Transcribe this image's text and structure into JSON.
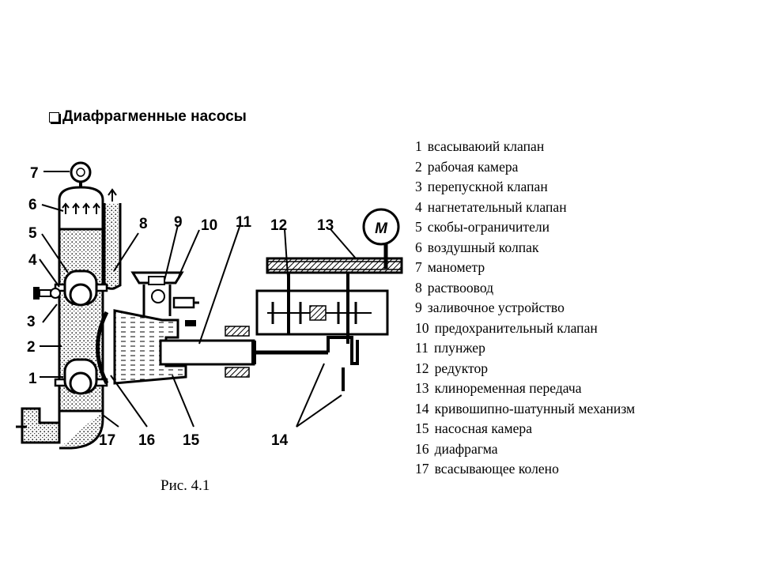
{
  "heading": "Диафрагменные насосы",
  "legend": [
    {
      "number": "1",
      "text": "всасываюий клапан"
    },
    {
      "number": "2",
      "text": "рабочая камера"
    },
    {
      "number": "3",
      "text": "перепускной клапан"
    },
    {
      "number": "4",
      "text": "нагнетательный клапан"
    },
    {
      "number": "5",
      "text": "скобы-ограничители"
    },
    {
      "number": "6",
      "text": "воздушный колпак"
    },
    {
      "number": "7",
      "text": "манометр"
    },
    {
      "number": "8",
      "text": "раствоовод"
    },
    {
      "number": "9",
      "text": "заливочное устройство"
    },
    {
      "number": "10",
      "text": "предохранительный клапан"
    },
    {
      "number": "11",
      "text": "плунжер"
    },
    {
      "number": "12",
      "text": "редуктор"
    },
    {
      "number": "13",
      "text": "клиноременная передача"
    },
    {
      "number": "14",
      "text": "кривошипно-шатунный механизм"
    },
    {
      "number": "15",
      "text": "насосная камера"
    },
    {
      "number": "16",
      "text": "диафрагма"
    },
    {
      "number": "17",
      "text": "всасывающее колено"
    }
  ],
  "callouts": {
    "c1": "1",
    "c2": "2",
    "c3": "3",
    "c4": "4",
    "c5": "5",
    "c6": "6",
    "c7": "7",
    "c8": "8",
    "c9": "9",
    "c10": "10",
    "c11": "11",
    "c12": "12",
    "c13": "13",
    "c14": "14",
    "c15": "15",
    "c16": "16",
    "c17": "17"
  },
  "motor_label": "M",
  "caption": "Рис. 4.1"
}
